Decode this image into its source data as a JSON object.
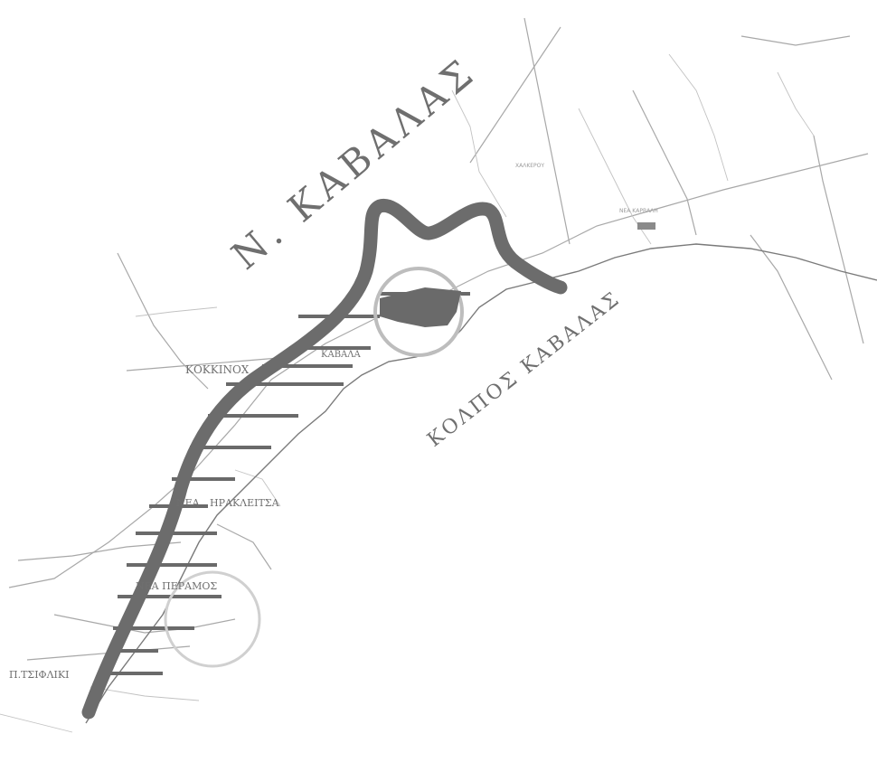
{
  "map": {
    "labels": {
      "prefecture": "Ν. ΚΑΒΑΛΑΣ",
      "gulf": "ΚΟΛΠΟΣ ΚΑΒΑΛΑΣ",
      "kokkinochori": "ΚΟΚΚΙΝΟΧ",
      "kavala": "ΚΑΒΑΛΑ",
      "nea_irakleitsa_prefix": "ΝΕΑ",
      "nea_irakleitsa": "ΗΡΑΚΛΕΙΤΣΑ",
      "nea_peramos": "ΝΕΑ ΠΕΡΑΜΟΣ",
      "palaio_tsifliki": "Π.ΤΣΙΦΛΙΚΙ",
      "chalkero": "ΧΑΛΚΕΡΟΥ",
      "nea_karvali": "ΝΕΑ ΚΑΡΒΑΛΗ"
    },
    "colors": {
      "route": "#6c6c6c",
      "roads": "#a8a8a8",
      "hatch": "#6a6a6a",
      "circle": "#bdbdbd",
      "labels": "#6f6f6f"
    }
  }
}
